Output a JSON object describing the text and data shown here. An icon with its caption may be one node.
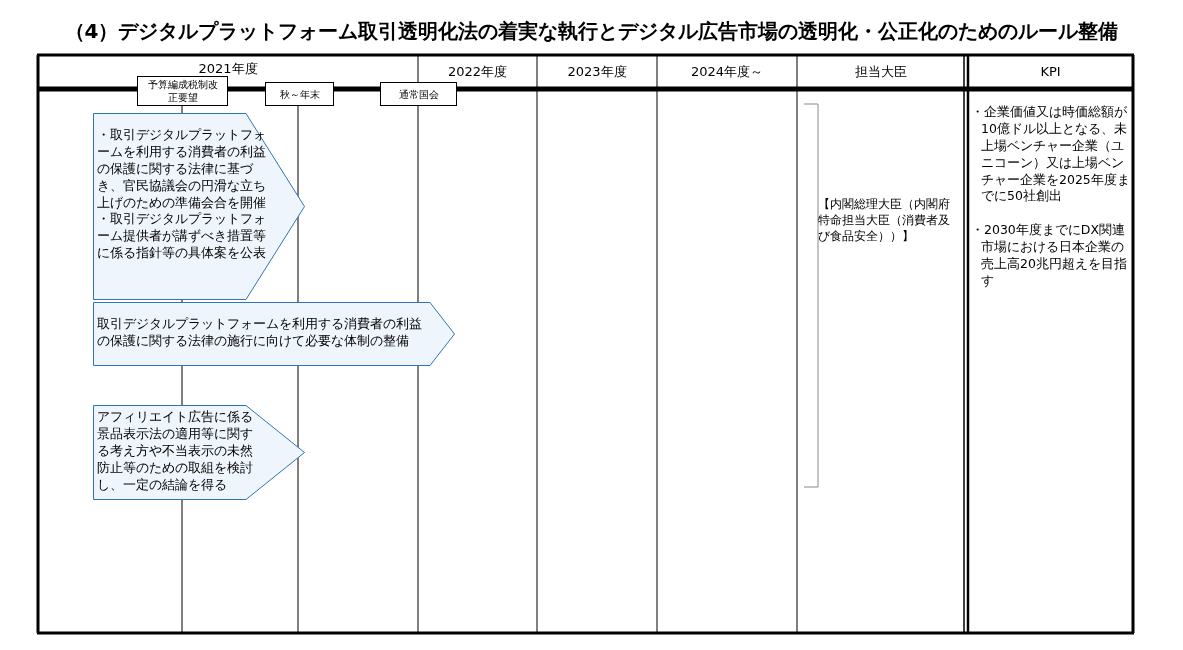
{
  "diagram": {
    "title": "（4）デジタルプラットフォーム取引透明化法の着実な執行とデジタル広告市場の透明化・公正化のためのルール整備",
    "nodes": [
      {
        "text": [
          "予算編成税制改正要望"
        ]
      },
      {
        "text": [
          "秋～年末"
        ]
      },
      {
        "text": [
          "通常国会"
        ]
      },
      {
        "text": [
          "・取引デジタルプラットフォームを利用する消費者の利益の保護に関する法律に基づき、官民協議会の円滑な立ち上げのための準備会合を開催",
          "・取引デジタルプラットフォーム提供者が講ずべき措置等に係る指針等の具体案を公表"
        ]
      },
      {
        "text": [
          "取引デジタルプラットフォームを利用する消費者の利益の保護に関する法律の施行に向けて必要な体制の整備"
        ]
      },
      {
        "text": [
          "アフィリエイト広告に係る景品表示法の適用等に関する考え方や不当表示の未然防止等のための取組を検討し、一定の結論を得る"
        ]
      }
    ],
    "edges": [],
    "labels": [
      "2021年度",
      "2022年度",
      "2023年度",
      "2024年度～",
      "担当大臣",
      "KPI",
      "【内閣総理大臣（内閣府特命担当大臣（消費者及び食品安全））】",
      "・企業価値又は時価総額が10億ドル以上となる、未上場ベンチャー企業（ユニコーン）又は上場ベンチャー企業を2025年度までに50社創出",
      "・2030年度までにDX関連市場における日本企業の売上高20兆円超えを目指す"
    ]
  }
}
